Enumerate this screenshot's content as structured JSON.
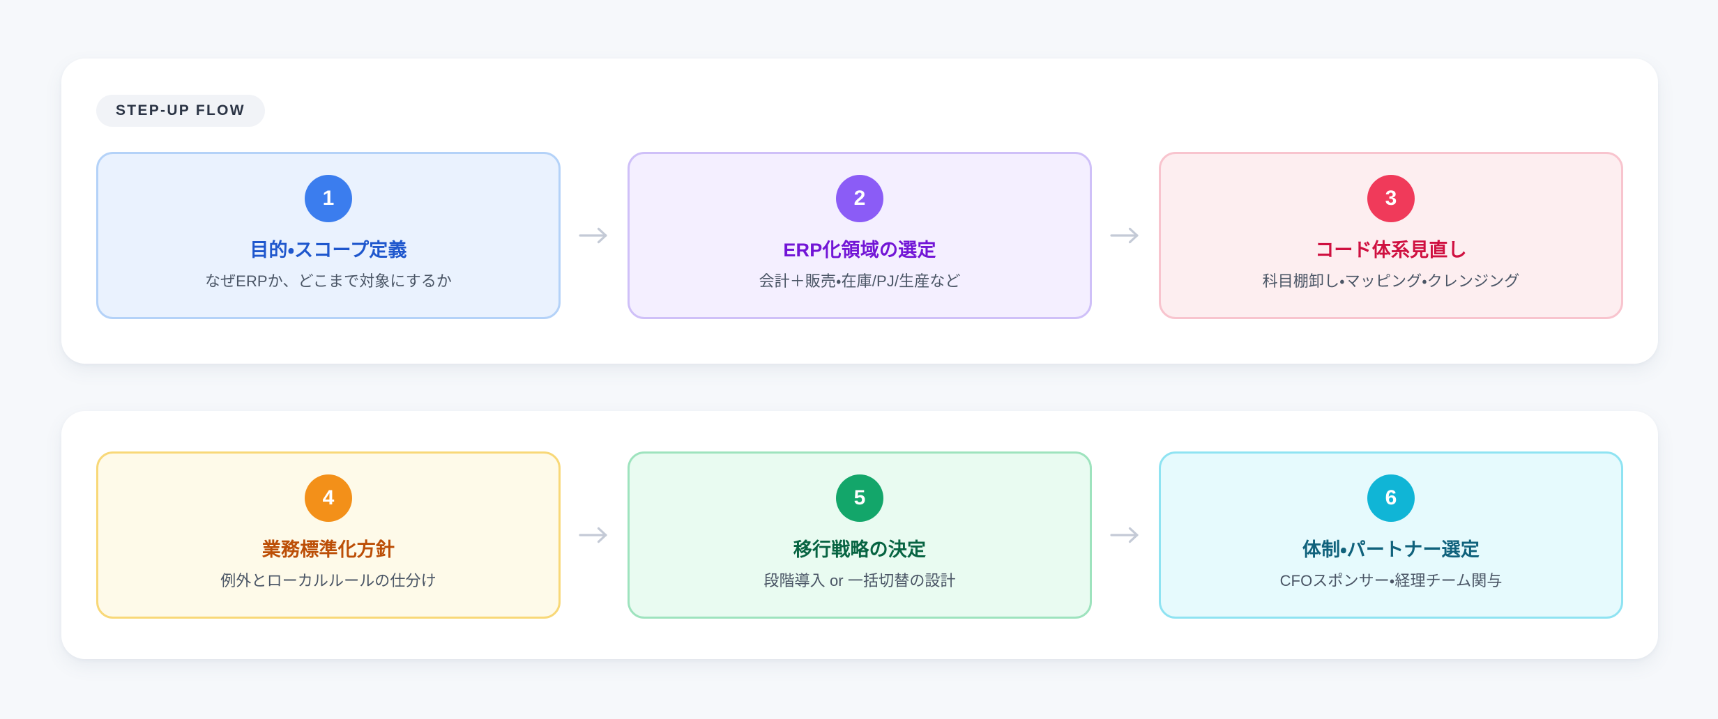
{
  "page": {
    "background_color": "#f6f8fb"
  },
  "sections": [
    {
      "badge_label": "STEP-UP FLOW",
      "has_badge": true,
      "steps": [
        {
          "number": "1",
          "title": "目的・スコープ定義",
          "description": "なぜERPか、どこまで対象にするか",
          "theme": "blue",
          "badge_color": "#3b7dee",
          "card_background": "#eaf2fe",
          "card_border": "#b4d2f8",
          "title_color": "#1f57cd"
        },
        {
          "number": "2",
          "title": "ERP化領域の選定",
          "description": "会計＋販売・在庫/PJ/生産など",
          "theme": "purple",
          "badge_color": "#8b5cf6",
          "card_background": "#f4efff",
          "card_border": "#cfc0f8",
          "title_color": "#7215d6"
        },
        {
          "number": "3",
          "title": "コード体系見直し",
          "description": "科目棚卸し・マッピング・クレンジング",
          "theme": "crimson",
          "badge_color": "#f03a5a",
          "card_background": "#fdeef0",
          "card_border": "#f8c4ce",
          "title_color": "#cf1040"
        }
      ],
      "connectors": [
        "arrow-right-icon",
        "arrow-right-icon"
      ]
    },
    {
      "badge_label": "",
      "has_badge": false,
      "steps": [
        {
          "number": "4",
          "title": "業務標準化方針",
          "description": "例外とローカルルールの仕分け",
          "theme": "orange",
          "badge_color": "#f39019",
          "card_background": "#fefae9",
          "card_border": "#f8d878",
          "title_color": "#bc4e06"
        },
        {
          "number": "5",
          "title": "移行戦略の決定",
          "description": "段階導入 or 一括切替の設計",
          "theme": "green",
          "badge_color": "#13a66a",
          "card_background": "#e9fbf1",
          "card_border": "#9ee3be",
          "title_color": "#076442"
        },
        {
          "number": "6",
          "title": "体制・パートナー選定",
          "description": "CFOスポンサー・経理チーム関与",
          "theme": "cyan",
          "badge_color": "#10b5d6",
          "card_background": "#e6fafd",
          "card_border": "#8fe3f2",
          "title_color": "#10627c"
        }
      ],
      "connectors": [
        "arrow-right-icon",
        "arrow-right-icon"
      ]
    }
  ]
}
